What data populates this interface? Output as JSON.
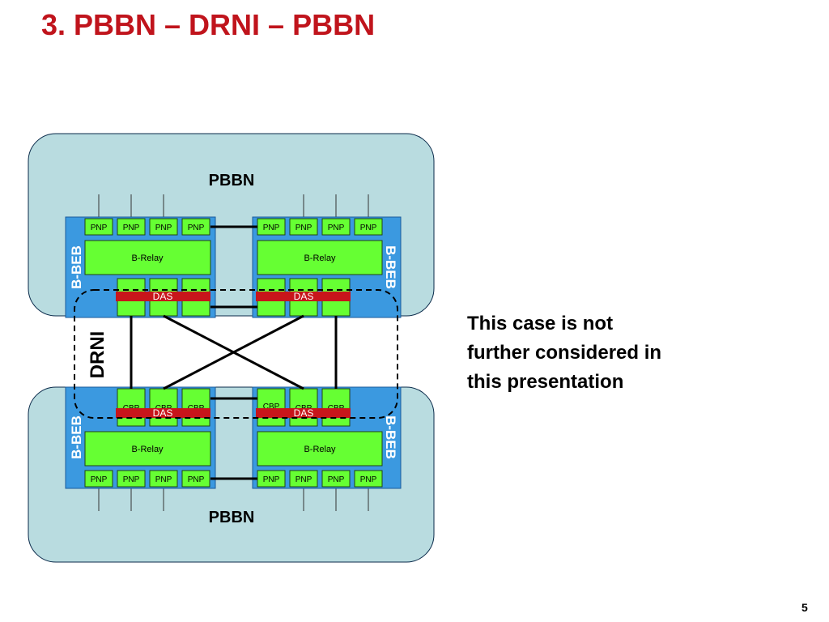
{
  "slide": {
    "title": "3. PBBN – DRNI – PBBN",
    "note_lines": [
      "This case is not",
      "further considered in",
      "this presentation"
    ],
    "page_number": "5"
  },
  "diagram": {
    "top_network_label": "PBBN",
    "bottom_network_label": "PBBN",
    "drni_label": "DRNI",
    "beb_label": "B-BEB",
    "relay_label": "B-Relay",
    "pnp_label": "PNP",
    "cbp_label": "CBP",
    "das_label": "DAS",
    "colors": {
      "network_fill": "#b9dce0",
      "beb_fill": "#3b99e0",
      "port_fill": "#66ff33",
      "das_fill": "#c8151b",
      "title": "#c0141c"
    }
  }
}
